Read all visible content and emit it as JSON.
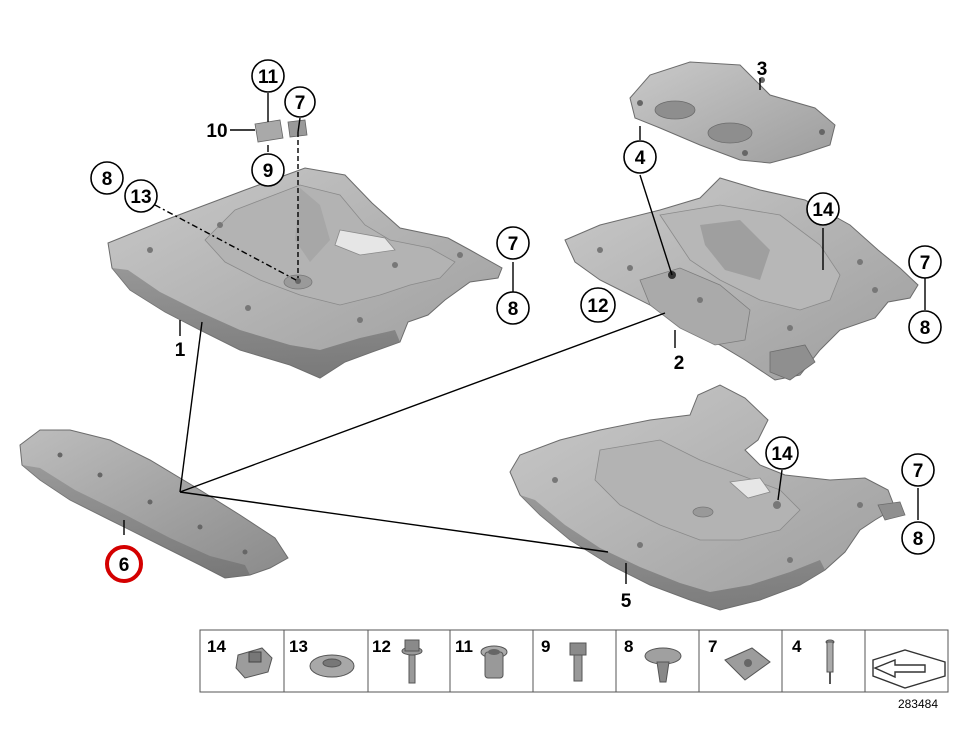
{
  "diagram": {
    "callouts": {
      "p1": "1",
      "p2": "2",
      "p3": "3",
      "p4": "4",
      "p5": "5",
      "p6": "6",
      "p7a": "7",
      "p7b": "7",
      "p7c": "7",
      "p7d": "7",
      "p8a": "8",
      "p8b": "8",
      "p8c": "8",
      "p8d": "8",
      "p9": "9",
      "p10": "10",
      "p11": "11",
      "p12": "12",
      "p13": "13",
      "p14a": "14",
      "p14b": "14"
    },
    "highlight_color": "#d40000"
  },
  "legend": {
    "items": [
      {
        "number": "14",
        "icon": "spring-nut-icon"
      },
      {
        "number": "13",
        "icon": "washer-icon"
      },
      {
        "number": "12",
        "icon": "collar-bolt-icon"
      },
      {
        "number": "11",
        "icon": "grommet-icon"
      },
      {
        "number": "9",
        "icon": "hex-bolt-icon"
      },
      {
        "number": "8",
        "icon": "expanding-rivet-icon"
      },
      {
        "number": "7",
        "icon": "clip-nut-icon"
      },
      {
        "number": "4",
        "icon": "blind-rivet-icon"
      },
      {
        "number": "",
        "icon": "direction-arrow-icon"
      }
    ]
  },
  "reference_number": "283484"
}
